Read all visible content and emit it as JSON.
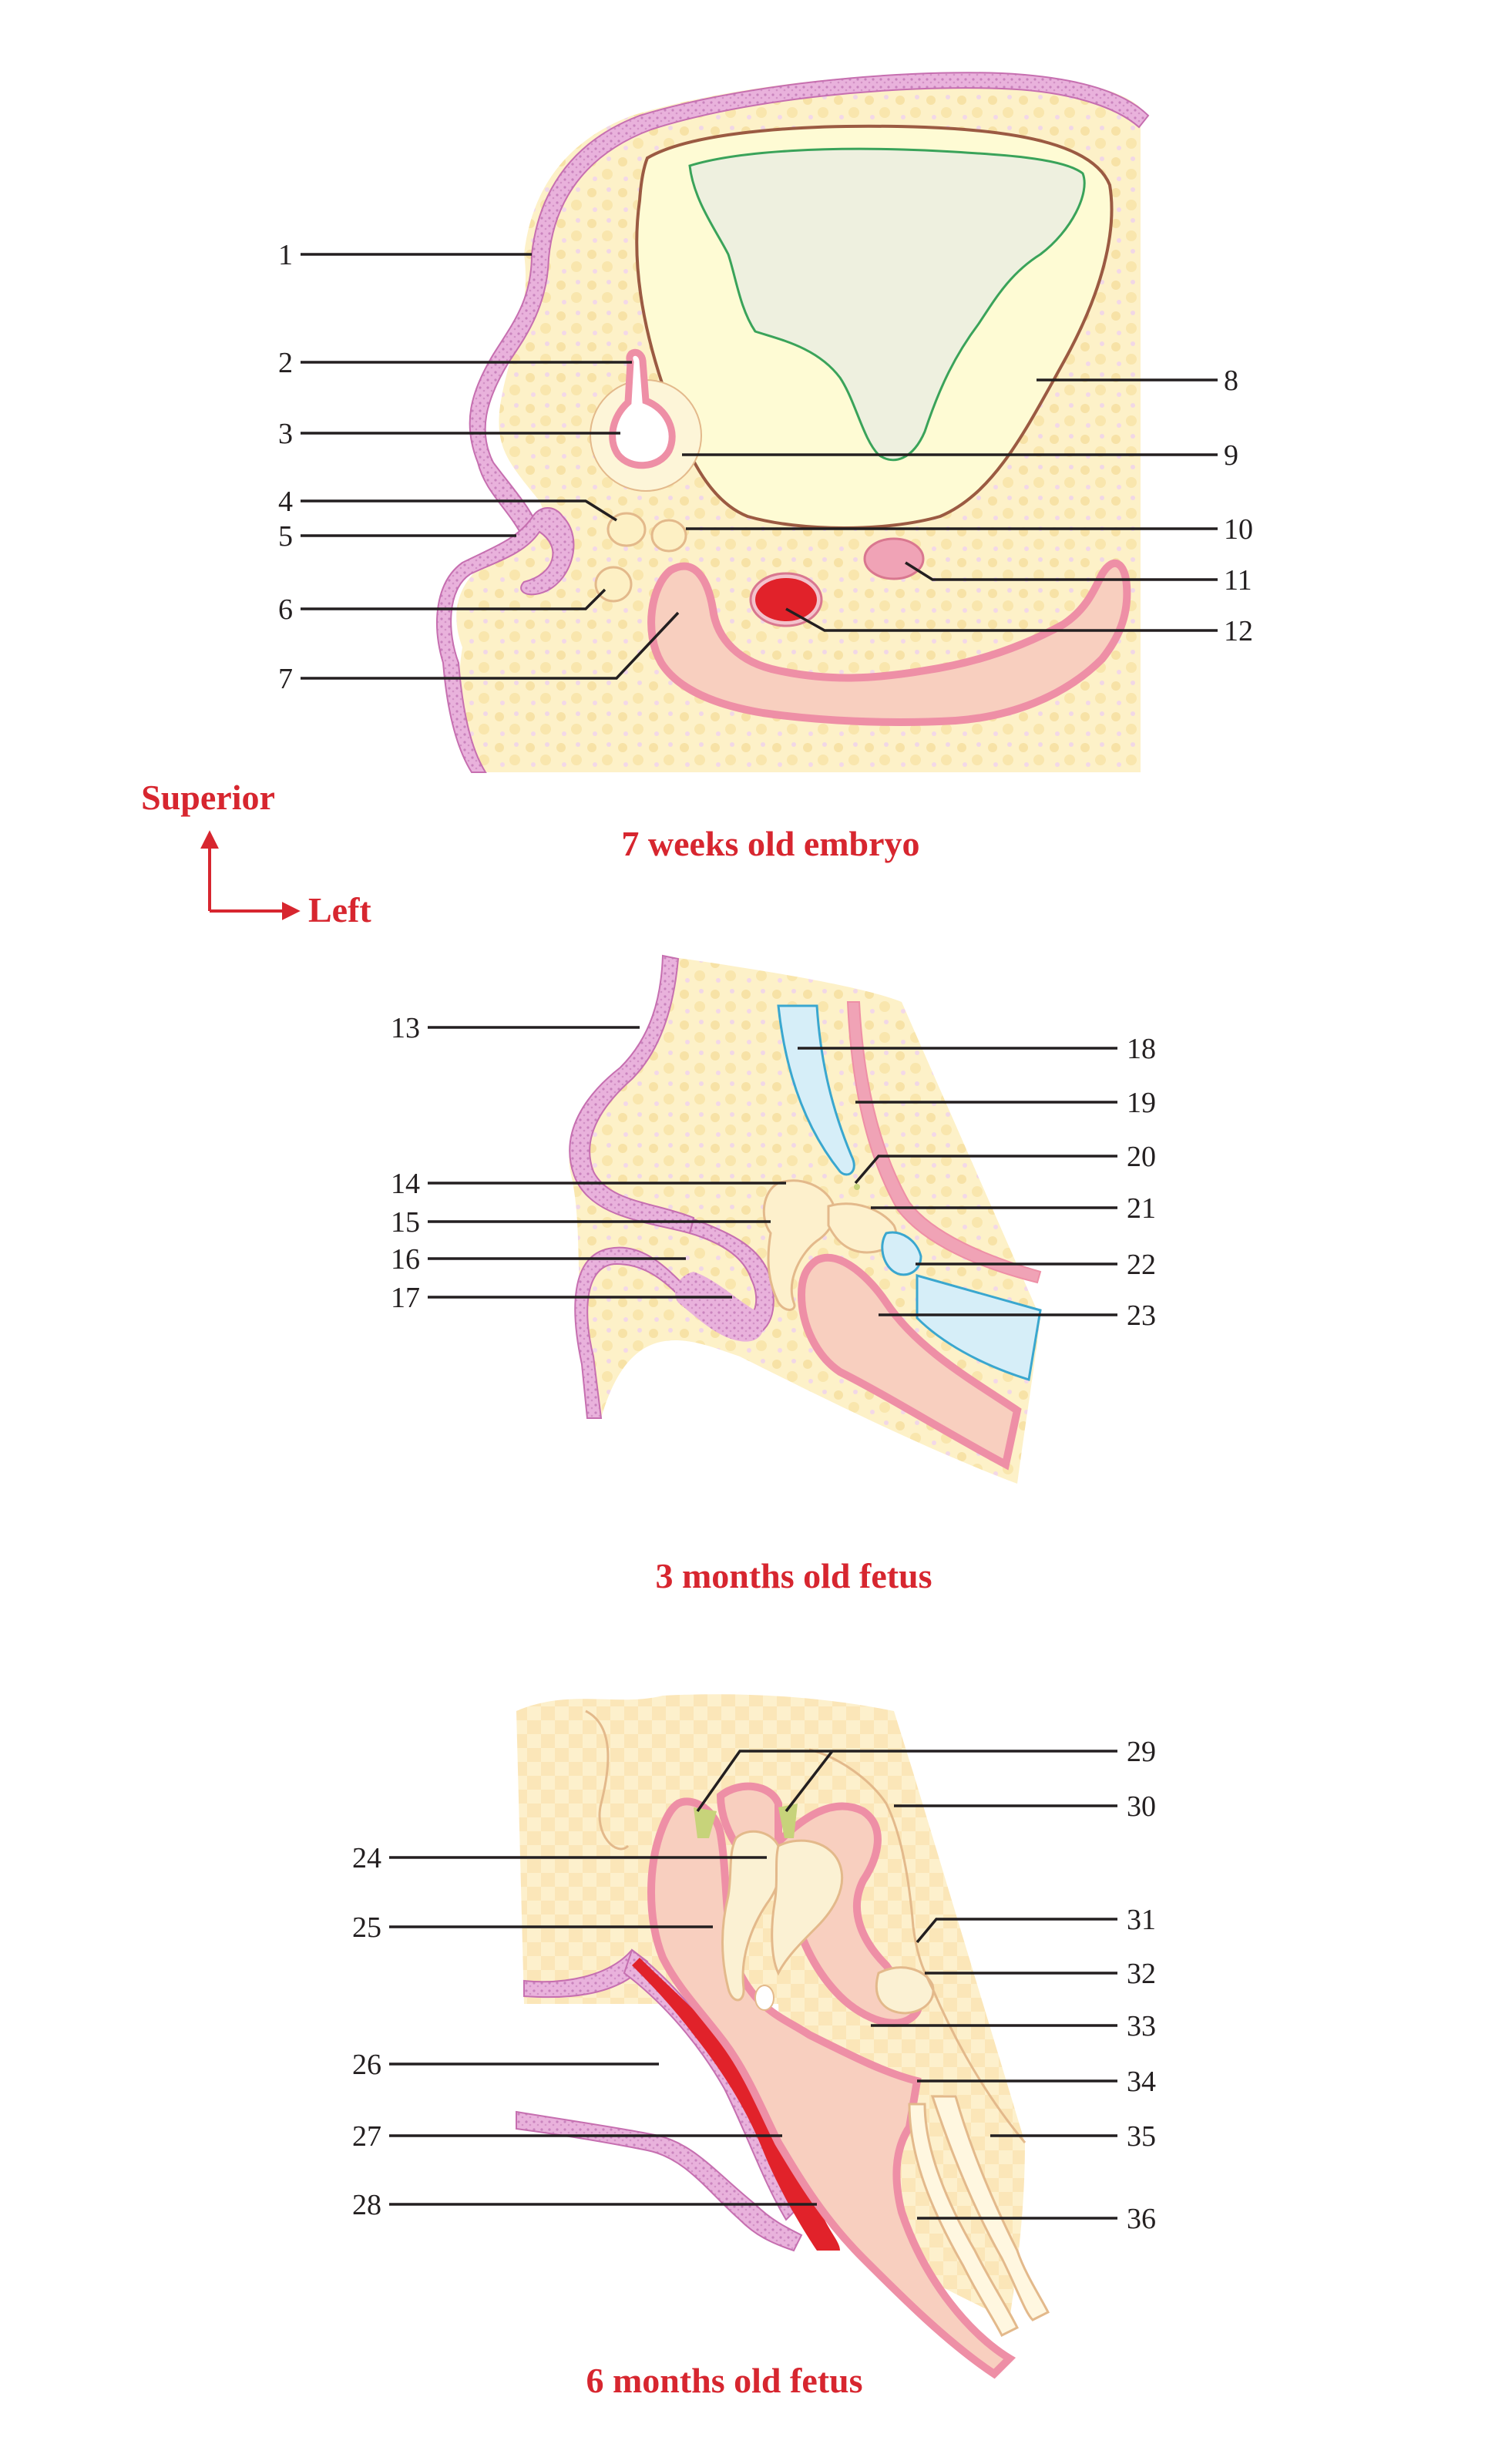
{
  "panels": {
    "embryo_7wk": {
      "caption": "7 weeks old embryo"
    },
    "fetus_3mo": {
      "caption": "3 months old fetus"
    },
    "fetus_6mo": {
      "caption": "6 months old fetus"
    }
  },
  "orientation": {
    "up": "Superior",
    "right": "Left"
  },
  "labels": {
    "l1": "1",
    "l2": "2",
    "l3": "3",
    "l4": "4",
    "l5": "5",
    "l6": "6",
    "l7": "7",
    "l8": "8",
    "l9": "9",
    "l10": "10",
    "l11": "11",
    "l12": "12",
    "l13": "13",
    "l14": "14",
    "l15": "15",
    "l16": "16",
    "l17": "17",
    "l18": "18",
    "l19": "19",
    "l20": "20",
    "l21": "21",
    "l22": "22",
    "l23": "23",
    "l24": "24",
    "l25": "25",
    "l26": "26",
    "l27": "27",
    "l28": "28",
    "l29": "29",
    "l30": "30",
    "l31": "31",
    "l32": "32",
    "l33": "33",
    "l34": "34",
    "l35": "35",
    "l36": "36"
  },
  "colors": {
    "mesenchyme": "#fdf0c4",
    "skin": "#e7a9d8",
    "ectoderm_pink": "#ee8fa6",
    "endoderm_fill": "#f8cfbf",
    "brain_fill": "#fefbd4",
    "brain_outline": "#9b5a42",
    "ventricle_fill": "#eef0df",
    "ventricle_outline": "#3aa35a",
    "blue_cartilage": "#d6eef8",
    "blue_outline": "#3aa7cf",
    "blood": "#e1222a",
    "green_ossicle": "#c7d37a",
    "caption_red": "#d7262f",
    "text": "#231f20"
  }
}
